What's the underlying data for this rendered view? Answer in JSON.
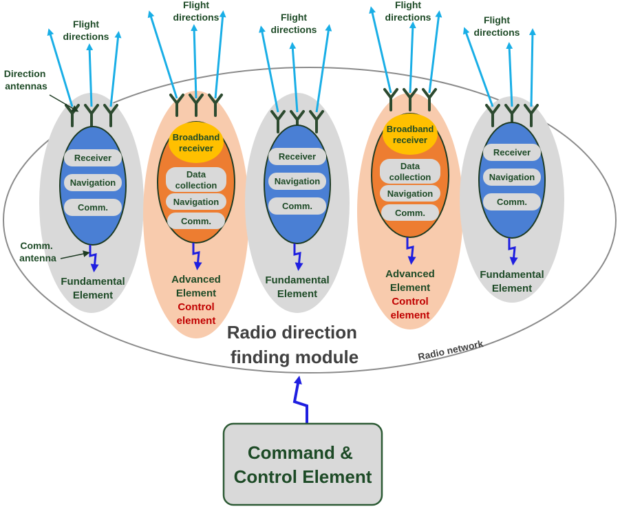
{
  "flight_label_line1": "Flight",
  "flight_label_line2": "directions",
  "direction_antennas_line1": "Direction",
  "direction_antennas_line2": "antennas",
  "comm_antenna_line1": "Comm.",
  "comm_antenna_line2": "antenna",
  "module_title_line1": "Radio direction",
  "module_title_line2": "finding module",
  "radio_network": "Radio network",
  "command_line1": "Command &",
  "command_line2": "Control Element",
  "fundamental": {
    "receiver": "Receiver",
    "navigation": "Navigation",
    "comm": "Comm.",
    "name_line1": "Fundamental",
    "name_line2": "Element"
  },
  "advanced": {
    "broadband_line1": "Broadband",
    "broadband_line2": "receiver",
    "data_line1": "Data",
    "data_line2": "collection",
    "navigation": "Navigation",
    "comm": "Comm.",
    "name_line1": "Advanced",
    "name_line2": "Element",
    "control_line1": "Control",
    "control_line2": "element"
  },
  "colors": {
    "fundamental_bg": "#d9d9d9",
    "advanced_bg": "#f8cbad",
    "core_blue": "#4a7fd4",
    "core_orange": "#ed7d31",
    "broadband_yellow": "#ffc000",
    "arrow_cyan": "#19aee6",
    "antenna_green": "#2c4a2f",
    "link_blue": "#1f1fe0"
  }
}
